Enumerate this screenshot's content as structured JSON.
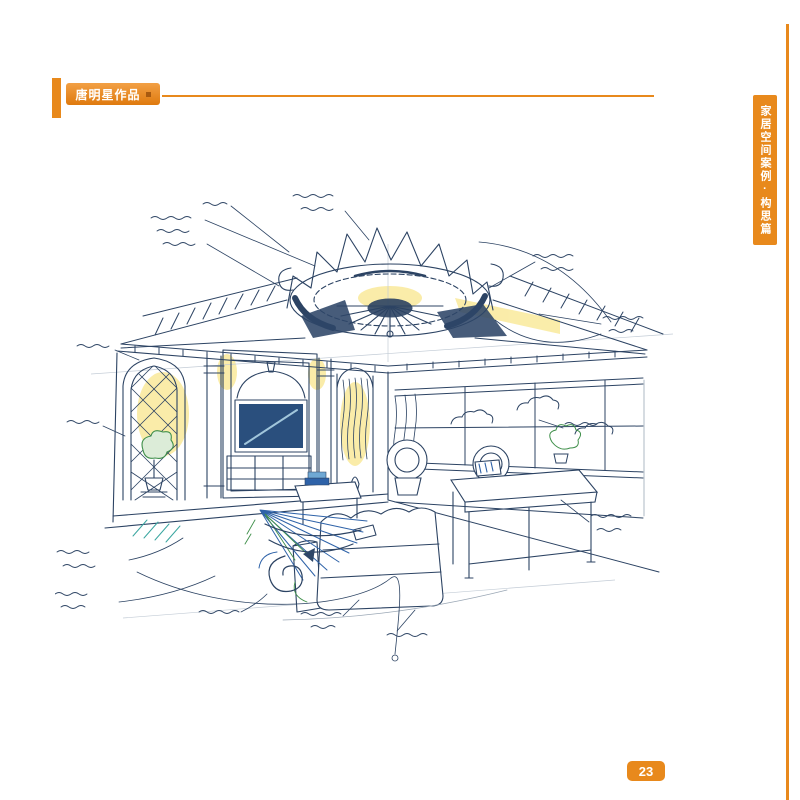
{
  "header": {
    "label": "唐明星作品"
  },
  "side_tab": {
    "label": "家居空间案例·构思篇"
  },
  "footer": {
    "page_number": "23"
  },
  "colors": {
    "accent": "#e8891c",
    "ink": "#2c4363",
    "marker_yellow": "#f5d742",
    "marker_blue": "#2e62a8",
    "marker_green": "#3f8f4a",
    "marker_teal": "#3aa6a0"
  }
}
